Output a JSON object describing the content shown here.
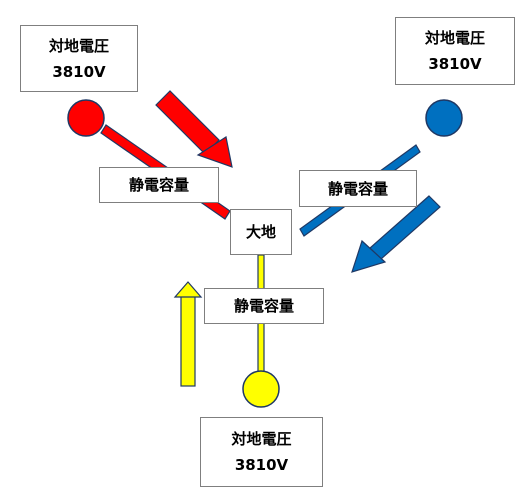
{
  "labels": {
    "voltage_title": "対地電圧",
    "voltage_value": "3810V",
    "capacitance": "静電容量",
    "ground": "大地"
  },
  "colors": {
    "red": "#ff0000",
    "blue": "#0070c0",
    "yellow": "#ffff00",
    "outline": "#1f3864",
    "box_border": "#7f7f7f"
  },
  "phases": [
    {
      "name_key": "red-phase",
      "color": "#ff0000"
    },
    {
      "name_key": "blue-phase",
      "color": "#0070c0"
    },
    {
      "name_key": "yellow-phase",
      "color": "#ffff00"
    }
  ]
}
